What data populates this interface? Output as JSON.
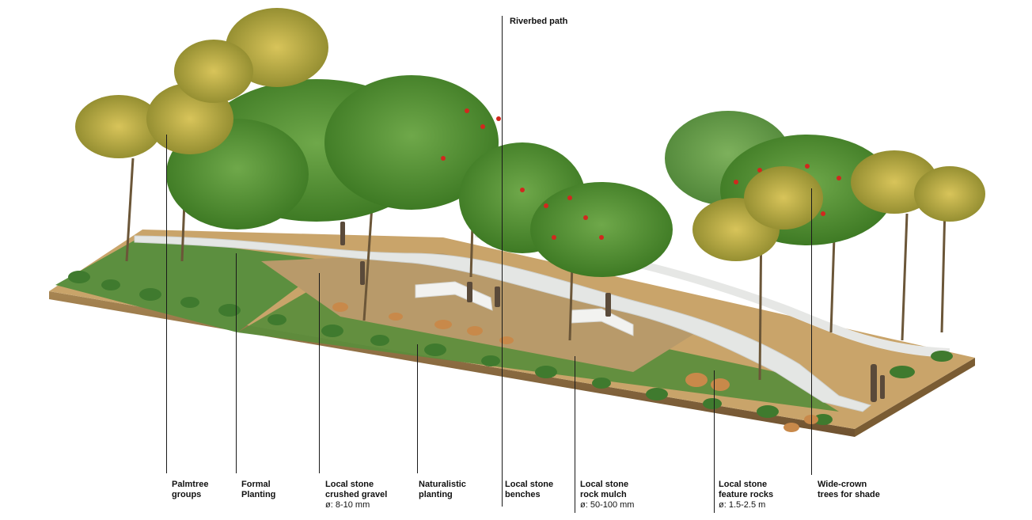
{
  "top_label": {
    "text": "Riverbed path"
  },
  "labels": [
    {
      "id": "palmtree",
      "lines": [
        "Palmtree",
        "groups"
      ],
      "sub": ""
    },
    {
      "id": "formal",
      "lines": [
        "Formal",
        "Planting"
      ],
      "sub": ""
    },
    {
      "id": "gravel",
      "lines": [
        "Local stone",
        "crushed gravel"
      ],
      "sub": "ø: 8-10 mm"
    },
    {
      "id": "natural",
      "lines": [
        "Naturalistic",
        "planting"
      ],
      "sub": ""
    },
    {
      "id": "benches",
      "lines": [
        "Local stone",
        "benches"
      ],
      "sub": ""
    },
    {
      "id": "mulch",
      "lines": [
        "Local stone",
        "rock mulch"
      ],
      "sub": "ø: 50-100 mm"
    },
    {
      "id": "feature",
      "lines": [
        "Local stone",
        "feature rocks"
      ],
      "sub": "ø: 1.5-2.5 m"
    },
    {
      "id": "widecrown",
      "lines": [
        "Wide-crown",
        "trees for shade"
      ],
      "sub": ""
    }
  ],
  "colors": {
    "soil_side": "#8a6a3c",
    "soil_top": "#c9a46a",
    "gravel": "#b89a6a",
    "path": "#e4e6e4",
    "grass": "#4f8a3a",
    "tree_green": "#4c8a2e",
    "palm": "#b7a43a",
    "flower_red": "#d1281e",
    "rock": "#c8894a",
    "bench": "#f2f2f0"
  }
}
